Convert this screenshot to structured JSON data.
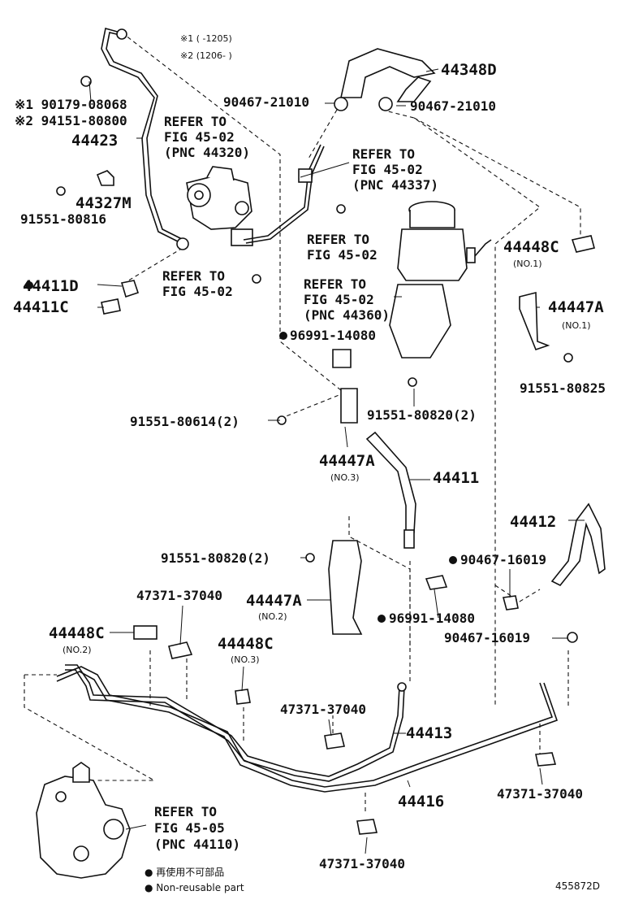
{
  "header_notes": [
    "※1 ( -1205)",
    "※2 (1206- )"
  ],
  "callouts": [
    "44348D",
    "90467-21010",
    "90467-21010",
    "※1 90179-08068",
    "※2 94151-80800",
    "REFER TO",
    "FIG 45-02",
    "(PNC 44320)",
    "44423",
    "REFER TO",
    "FIG 45-02",
    "(PNC 44337)",
    "44327M",
    "91551-80816",
    "REFER TO",
    "FIG 45-02",
    "44448C",
    "(NO.1)",
    "REFER TO",
    "FIG 45-02",
    "44411D",
    "44411C",
    "REFER TO",
    "FIG 45-02",
    "(PNC 44360)",
    "44447A",
    "(NO.1)",
    "96991-14080",
    "91551-80825",
    "91551-80614(2)",
    "91551-80820(2)",
    "44447A",
    "(NO.3)",
    "44411",
    "44412",
    "91551-80820(2)",
    "90467-16019",
    "47371-37040",
    "44447A",
    "(NO.2)",
    "96991-14080",
    "44448C",
    "(NO.2)",
    "90467-16019",
    "44448C",
    "(NO.3)",
    "47371-37040",
    "44413",
    "44416",
    "47371-37040",
    "REFER TO",
    "FIG 45-05",
    "(PNC 44110)",
    "47371-37040"
  ],
  "legend": {
    "line1": "● 再使用不可部品",
    "line2": "● Non-reusable part"
  },
  "figure_id": "455872D"
}
